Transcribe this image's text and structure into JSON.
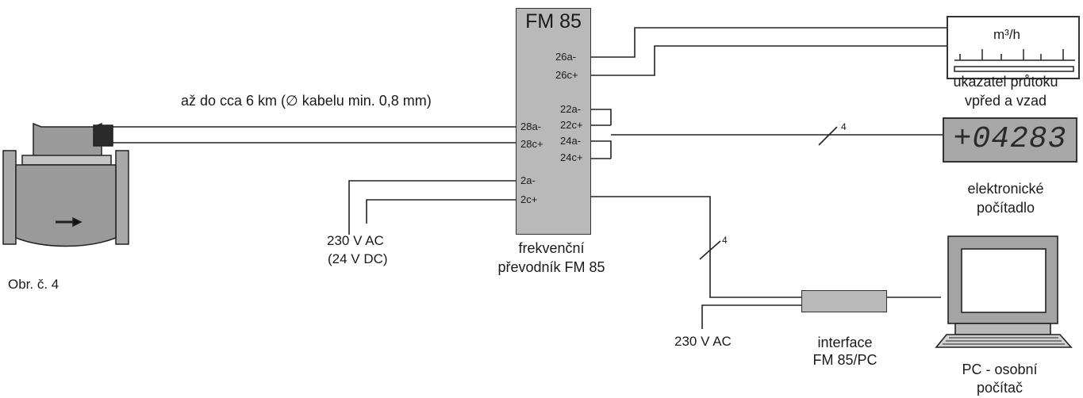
{
  "cable_label": "až do cca 6 km (∅ kabelu min. 0,8 mm)",
  "converter": {
    "title": "FM 85",
    "caption_line1": "frekvenční",
    "caption_line2": "převodník FM 85",
    "pins_left": [
      "28a-",
      "28c+",
      "2a-",
      "2c+"
    ],
    "pins_right": [
      "26a-",
      "26c+",
      "22a-",
      "22c+",
      "24a-",
      "24c+"
    ]
  },
  "power_label_1_line1": "230 V AC",
  "power_label_1_line2": "(24 V DC)",
  "power_label_2": "230 V AC",
  "flow_indicator": {
    "unit": "m³/h",
    "caption_line1": "ukazatel průtoku",
    "caption_line2": "vpřed a vzad"
  },
  "counter": {
    "display": "+04283",
    "caption_line1": "elektronické",
    "caption_line2": "počítadlo"
  },
  "interface": {
    "caption_line1": "interface",
    "caption_line2": "FM 85/PC"
  },
  "pc": {
    "caption_line1": "PC - osobní",
    "caption_line2": "počítač"
  },
  "bus_width_counter": "4",
  "bus_width_interface": "4",
  "figure_label": "Obr. č. 4"
}
